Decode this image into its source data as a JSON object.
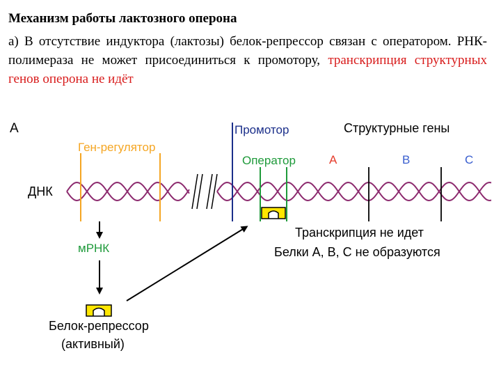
{
  "header": {
    "title": "Механизм работы лактозного оперона",
    "para_part1": "а) В отсутствие индуктора (лактозы) белок-репрессор связан с оператором. РНК- полимераза не может присоединиться к промотору, ",
    "para_part2": "транскрипция структурных генов оперона не идёт"
  },
  "diagram": {
    "panel_letter": "А",
    "dna_label": "ДНК",
    "regulator_gene_label": "Ген-регулятор",
    "promoter_label": "Промотор",
    "structural_genes_label": "Структурные гены",
    "operator_label": "Оператор",
    "gene_a": "А",
    "gene_b": "В",
    "gene_c": "С",
    "mrna_label": "мРНК",
    "no_transcription_text": "Транскрипция не идет",
    "no_proteins_text": "Белки А, В, С не образуются",
    "repressor_label_1": "Белок-репрессор",
    "repressor_label_2": "(активный)"
  },
  "colors": {
    "red_text": "#d81b1b",
    "regulator_orange": "#f5a623",
    "operator_green": "#1e9a3a",
    "gene_red": "#e53b2a",
    "gene_blue": "#3a5fcf",
    "promoter_blue": "#1b2f8a",
    "helix_purple": "#8c2a6e",
    "repressor_yellow": "#ffe600"
  }
}
